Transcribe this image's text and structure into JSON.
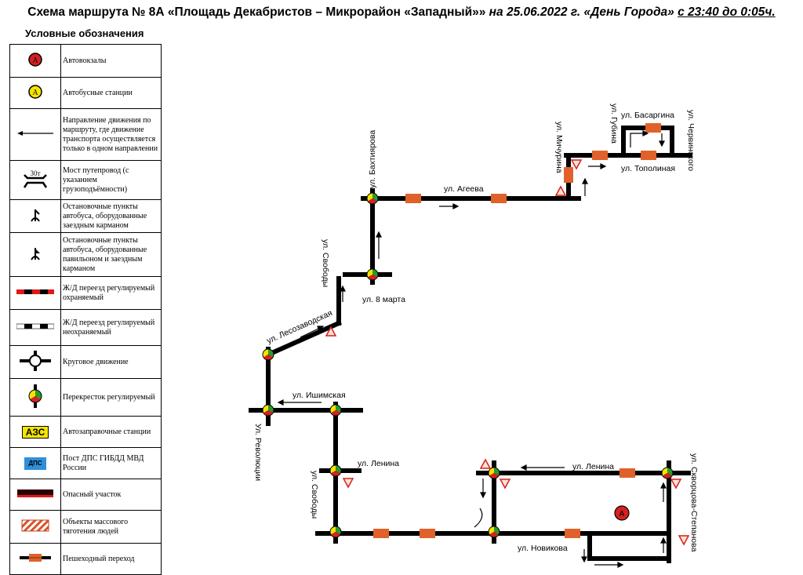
{
  "title": {
    "main": "Схема маршрута № 8А «Площадь Декабристов – Микрорайон «Западный»»",
    "date": "на 25.06.2022 г. «День Города»",
    "time": "с 23:40 до 0:05ч."
  },
  "legend": {
    "title": "Условные обозначения",
    "items": [
      {
        "icon": "bus-terminal-icon",
        "label": "Автовокзалы"
      },
      {
        "icon": "bus-station-icon",
        "label": "Автобусные станции"
      },
      {
        "icon": "one-way-arrow-icon",
        "label": "Направление движения по маршруту, где движение транспорта осуществляется только в одном направлении"
      },
      {
        "icon": "bridge-icon",
        "label": "Мост путепровод (с указанием грузоподъёмности)",
        "icon_text": "30т"
      },
      {
        "icon": "bus-stop-pocket-icon",
        "label": "Остановочные пункты автобуса, оборудованные заездным карманом"
      },
      {
        "icon": "bus-stop-pavilion-icon",
        "label": "Остановочные пункты автобуса, оборудованные павильоном и заездным карманом"
      },
      {
        "icon": "guarded-railway-crossing-icon",
        "label": "Ж/Д переезд регулируемый охраняемый"
      },
      {
        "icon": "unguarded-railway-crossing-icon",
        "label": "Ж/Д переезд регулируемый неохраняемый"
      },
      {
        "icon": "roundabout-icon",
        "label": "Круговое движение"
      },
      {
        "icon": "traffic-light-intersection-icon",
        "label": "Перекресток регулируемый"
      },
      {
        "icon": "gas-station-icon",
        "label": "Автозаправочные станции",
        "icon_text": "АЗС"
      },
      {
        "icon": "police-post-icon",
        "label": "Пост ДПС ГИБДД МВД России",
        "icon_text": "ДПС"
      },
      {
        "icon": "dangerous-section-icon",
        "label": "Опасный участок"
      },
      {
        "icon": "crowd-attraction-icon",
        "label": "Объекты массового тяготения людей"
      },
      {
        "icon": "pedestrian-crossing-icon",
        "label": "Пешеходный переход"
      }
    ]
  },
  "map": {
    "streets": {
      "bakhtirova": "ул. Бахтиярова",
      "ageeva": "ул. Агеева",
      "michurina": "ул. Мичурина",
      "gubina": "ул. Губина",
      "basargina": "ул. Басаргина",
      "chervinskogo": "ул. Червинского",
      "topolinaya": "ул. Тополиная",
      "svobody_top": "ул. Свободы",
      "marta8": "ул. 8 марта",
      "lesozavodskaya": "ул. Лесозаводская",
      "ishimskaya": "ул. Ишимская",
      "revolyutsii": "Ул. Революции",
      "lenina_left": "ул. Ленина",
      "svobody_bottom": "ул. Свободы",
      "lenina_right": "ул. Ленина",
      "skvortsova": "ул. Скворцова-Степанова",
      "novikova": "ул. Новикова"
    },
    "terminal_letter": "А",
    "colors": {
      "road": "#000000",
      "crossing": "#e0622a",
      "red": "#d42020",
      "yellow": "#f5e400",
      "green": "#2a9a2a"
    }
  }
}
